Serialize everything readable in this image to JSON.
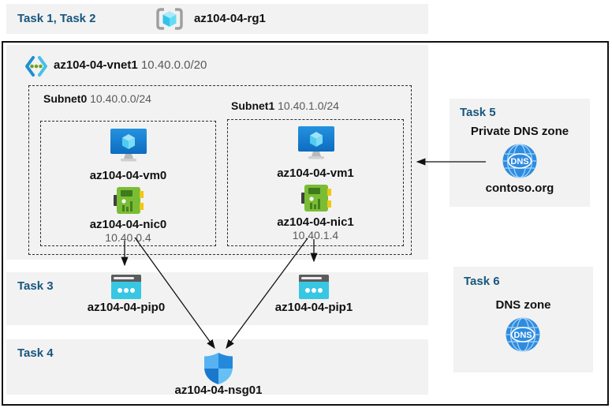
{
  "colors": {
    "band_bg": "#f2f2f2",
    "task_label_blue": "#17567d",
    "muted_text": "#595959",
    "frame_border": "#111111",
    "arrow": "#111111",
    "vm_blue": "#1585db",
    "nic_green": "#79bd35",
    "pip_cyan": "#38c7e3",
    "dns_blue": "#2e8ce0"
  },
  "resource_group_band": {
    "tasks_label": "Task 1, Task 2",
    "rg_name": "az104-04-rg1"
  },
  "vnet": {
    "name": "az104-04-vnet1",
    "cidr": "10.40.0.0/20",
    "subnets": [
      {
        "name": "Subnet0",
        "cidr": "10.40.0.0/24",
        "vm": "az104-04-vm0",
        "nic": "az104-04-nic0",
        "ip": "10.40.0.4"
      },
      {
        "name": "Subnet1",
        "cidr": "10.40.1.0/24",
        "vm": "az104-04-vm1",
        "nic": "az104-04-nic1",
        "ip": "10.40.1.4"
      }
    ]
  },
  "task3": {
    "label": "Task 3",
    "pip0": "az104-04-pip0",
    "pip1": "az104-04-pip1"
  },
  "task4": {
    "label": "Task 4",
    "nsg": "az104-04-nsg01"
  },
  "task5": {
    "label": "Task 5",
    "title": "Private DNS zone",
    "zone": "contoso.org",
    "dns_icon_text": "DNS"
  },
  "task6": {
    "label": "Task 6",
    "title": "DNS zone",
    "dns_icon_text": "DNS"
  }
}
